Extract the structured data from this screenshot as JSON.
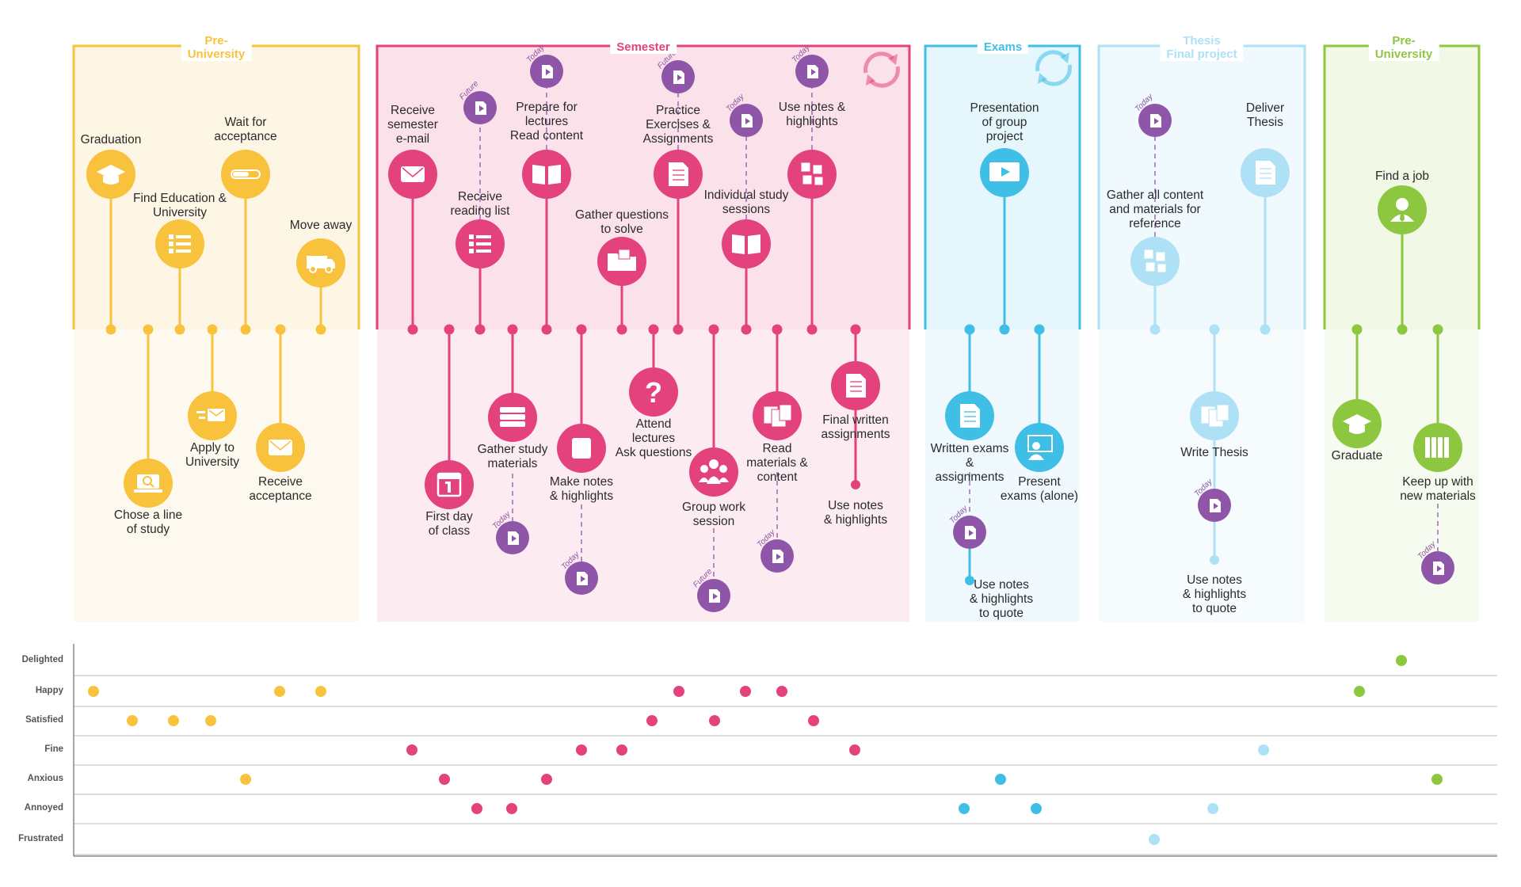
{
  "colors": {
    "pre": "#f9c23c",
    "pre_bg": "#fef6e4",
    "sem": "#e3427d",
    "sem_bg": "#fbe1ea",
    "exam": "#3fbfe6",
    "exam_bg": "#e5f6fd",
    "thesis": "#aee1f5",
    "thesis_bg": "#f0f9fd",
    "grad": "#8dc63f",
    "grad_bg": "#f1f8e6",
    "purple": "#8e55a8",
    "grid": "#bdbdbd",
    "text": "#2b2b2b"
  },
  "phases": [
    {
      "key": "pre",
      "title": "Pre-\nUniversity"
    },
    {
      "key": "sem",
      "title": "Semester"
    },
    {
      "key": "exam",
      "title": "Exams"
    },
    {
      "key": "thesis",
      "title": "Thesis\nFinal project"
    },
    {
      "key": "grad",
      "title": "Pre-\nUniversity"
    }
  ],
  "emotion_levels": [
    "Delighted",
    "Happy",
    "Satisfied",
    "Fine",
    "Anxious",
    "Annoyed",
    "Frustrated"
  ],
  "steps": [
    {
      "id": "graduation",
      "label": "Graduation",
      "phase": "pre",
      "pos": "up",
      "icon": "mortarboard-icon",
      "emotion": "Happy"
    },
    {
      "id": "chose-line",
      "label": "Chose a line\nof study",
      "phase": "pre",
      "pos": "down",
      "icon": "laptop-search-icon",
      "emotion": "Satisfied"
    },
    {
      "id": "find-education",
      "label": "Find Education &\nUniversity",
      "phase": "pre",
      "pos": "up",
      "icon": "list-icon",
      "emotion": "Satisfied"
    },
    {
      "id": "apply",
      "label": "Apply to\nUniversity",
      "phase": "pre",
      "pos": "down",
      "icon": "send-mail-icon",
      "emotion": "Satisfied"
    },
    {
      "id": "wait",
      "label": "Wait for\nacceptance",
      "phase": "pre",
      "pos": "up",
      "icon": "progress-bar-icon",
      "emotion": "Anxious"
    },
    {
      "id": "receive-acceptance",
      "label": "Receive\nacceptance",
      "phase": "pre",
      "pos": "down",
      "icon": "envelope-icon",
      "emotion": "Happy"
    },
    {
      "id": "move-away",
      "label": "Move away",
      "phase": "pre",
      "pos": "up",
      "icon": "van-icon",
      "emotion": "Happy"
    },
    {
      "id": "receive-email",
      "label": "Receive\nsemester\ne-mail",
      "phase": "sem",
      "pos": "up",
      "icon": "envelope-icon",
      "emotion": "Fine"
    },
    {
      "id": "first-day",
      "label": "First day\nof class",
      "phase": "sem",
      "pos": "down",
      "icon": "calendar-icon",
      "emotion": "Anxious"
    },
    {
      "id": "reading-list",
      "label": "Receive\nreading list",
      "phase": "sem",
      "pos": "up",
      "icon": "list-icon",
      "emotion": "Annoyed",
      "tag": "Future"
    },
    {
      "id": "gather-materials",
      "label": "Gather study\nmaterials",
      "phase": "sem",
      "pos": "down",
      "icon": "books-stack-icon",
      "emotion": "Annoyed",
      "tag": "Today"
    },
    {
      "id": "prepare-lectures",
      "label": "Prepare for\nlectures\nRead content",
      "phase": "sem",
      "pos": "up",
      "icon": "open-book-icon",
      "emotion": "Anxious",
      "tag": "Today"
    },
    {
      "id": "make-notes",
      "label": "Make notes\n& highlights",
      "phase": "sem",
      "pos": "down",
      "icon": "note-icon",
      "emotion": "Fine",
      "tag": "Today"
    },
    {
      "id": "gather-questions",
      "label": "Gather questions\nto solve",
      "phase": "sem",
      "pos": "up",
      "icon": "folder-icon",
      "emotion": "Fine"
    },
    {
      "id": "attend-lectures",
      "label": "Attend\nlectures\nAsk questions",
      "phase": "sem",
      "pos": "down",
      "icon": "question-icon",
      "emotion": "Satisfied"
    },
    {
      "id": "practice",
      "label": "Practice\nExercises &\nAssignments",
      "phase": "sem",
      "pos": "up",
      "icon": "document-icon",
      "emotion": "Happy",
      "tag": "Future"
    },
    {
      "id": "group-work",
      "label": "Group work\nsession",
      "phase": "sem",
      "pos": "down",
      "icon": "group-icon",
      "emotion": "Satisfied",
      "tag": "Future"
    },
    {
      "id": "individual-study",
      "label": "Individual study\nsessions",
      "phase": "sem",
      "pos": "up",
      "icon": "open-book-icon",
      "emotion": "Happy",
      "tag": "Today"
    },
    {
      "id": "read-materials",
      "label": "Read\nmaterials &\ncontent",
      "phase": "sem",
      "pos": "down",
      "icon": "pages-icon",
      "emotion": "Happy",
      "tag": "Today"
    },
    {
      "id": "use-notes-sem",
      "label": "Use notes &\nhighlights",
      "phase": "sem",
      "pos": "up",
      "icon": "clipboard-icon",
      "emotion": "Satisfied",
      "tag": "Today"
    },
    {
      "id": "final-written",
      "label": "Final written\nassignments",
      "phase": "sem",
      "pos": "down",
      "icon": "document-icon",
      "emotion": "Fine",
      "sublabel": "Use notes\n& highlights"
    },
    {
      "id": "written-exams",
      "label": "Written exams\n&\nassignments",
      "phase": "exam",
      "pos": "down",
      "icon": "document-icon",
      "emotion": "Annoyed",
      "tag": "Today",
      "sublabel": "Use notes\n& highlights\nto quote"
    },
    {
      "id": "presentation",
      "label": "Presentation\nof group\nproject",
      "phase": "exam",
      "pos": "up",
      "icon": "screen-icon",
      "emotion": "Anxious"
    },
    {
      "id": "present-exams",
      "label": "Present\nexams (alone)",
      "phase": "exam",
      "pos": "down",
      "icon": "presenter-icon",
      "emotion": "Annoyed"
    },
    {
      "id": "gather-content",
      "label": "Gather all content\nand materials for\nreference",
      "phase": "thesis",
      "pos": "up",
      "icon": "clipboard-icon",
      "emotion": "Frustrated",
      "tag": "Today"
    },
    {
      "id": "write-thesis",
      "label": "Write Thesis",
      "phase": "thesis",
      "pos": "down",
      "icon": "pages-icon",
      "emotion": "Annoyed",
      "tag": "Today",
      "sublabel": "Use notes\n& highlights\nto quote"
    },
    {
      "id": "deliver-thesis",
      "label": "Deliver\nThesis",
      "phase": "thesis",
      "pos": "up",
      "icon": "document-icon",
      "emotion": "Fine"
    },
    {
      "id": "graduate",
      "label": "Graduate",
      "phase": "grad",
      "pos": "down",
      "icon": "mortarboard-icon",
      "emotion": "Happy"
    },
    {
      "id": "find-job",
      "label": "Find a job",
      "phase": "grad",
      "pos": "up",
      "icon": "person-icon",
      "emotion": "Delighted"
    },
    {
      "id": "keep-up",
      "label": "Keep up with\nnew materials",
      "phase": "grad",
      "pos": "down",
      "icon": "binders-icon",
      "emotion": "Anxious",
      "tag": "Today"
    }
  ]
}
